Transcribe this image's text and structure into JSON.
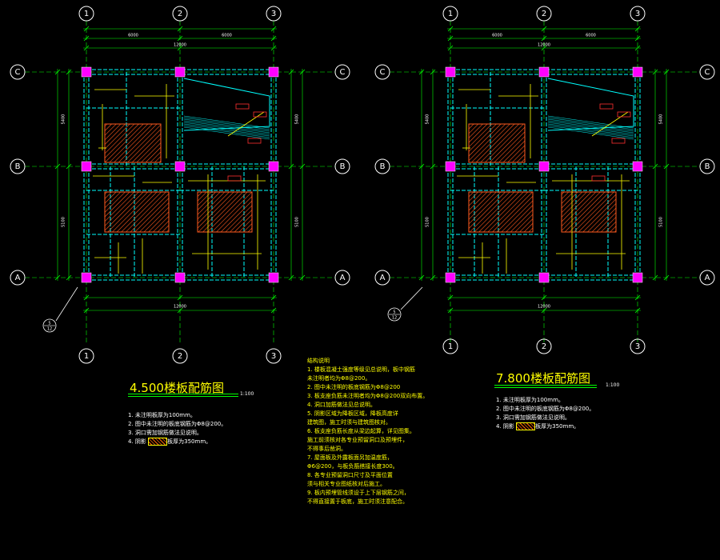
{
  "axes": {
    "col1": "1",
    "col2": "2",
    "col3": "3",
    "rowA": "A",
    "rowB": "B",
    "rowC": "C"
  },
  "dims": {
    "top_span1": "6000",
    "top_span2": "6000",
    "top_overall": "12000",
    "right_span1": "5400",
    "right_span2": "5100",
    "bottom_overall": "12000"
  },
  "plan_left": {
    "title": "4.500楼板配筋图",
    "scale": "1:100",
    "callout_label": "5 / 12",
    "notes": [
      "1. 未注明板厚为100mm。",
      "2. 图中未注明的板底钢筋为Φ8@200。",
      "3. 洞口需加钢筋做法见说明。",
      "4. 阴影",
      "板厚为350mm。"
    ]
  },
  "plan_right": {
    "title": "7.800楼板配筋图",
    "scale": "1:100",
    "callout_label": "5 / 12",
    "notes": [
      "1. 未注明板厚为100mm。",
      "2. 图中未注明的板底钢筋为Φ8@200。",
      "3. 洞口需加钢筋做法见说明。",
      "4. 阴影",
      "板厚为350mm。"
    ]
  },
  "general_notes": {
    "heading": "结构说明",
    "lines": [
      "1. 楼板混凝土强度等级见总说明，板中钢筋",
      "   未注明者均为Φ8@200。",
      "2. 图中未注明的板底钢筋为Φ8@200",
      "3. 板支座负筋未注明者均为Φ8@200双向布置。",
      "4. 洞口加筋做法见总说明。",
      "5. 阴影区域为降板区域，降板高度详",
      "   建筑图，施工时须与建筑图核对。",
      "6. 板支座负筋长度从梁边起算，详见图集。",
      "   施工前须核对各专业预留洞口及预埋件，",
      "   不得事后凿洞。",
      "7. 屋面板及外露板面另加温度筋，",
      "   Φ6@200，与板负筋搭接长度300。",
      "8. 各专业预留洞口尺寸及平面位置",
      "   须与相关专业图纸核对后施工。",
      "9. 板内预埋管线须设于上下层钢筋之间，",
      "   不得直接置于板底，施工时须注意配合。"
    ]
  },
  "colors": {
    "grid_axis": "#00ff00",
    "wall": "#00ffff",
    "rebar": "#ffff00",
    "dim": "#00ff00",
    "column": "#ff00ff",
    "hatch": "#ff5a1e",
    "text": "#ffffff"
  }
}
